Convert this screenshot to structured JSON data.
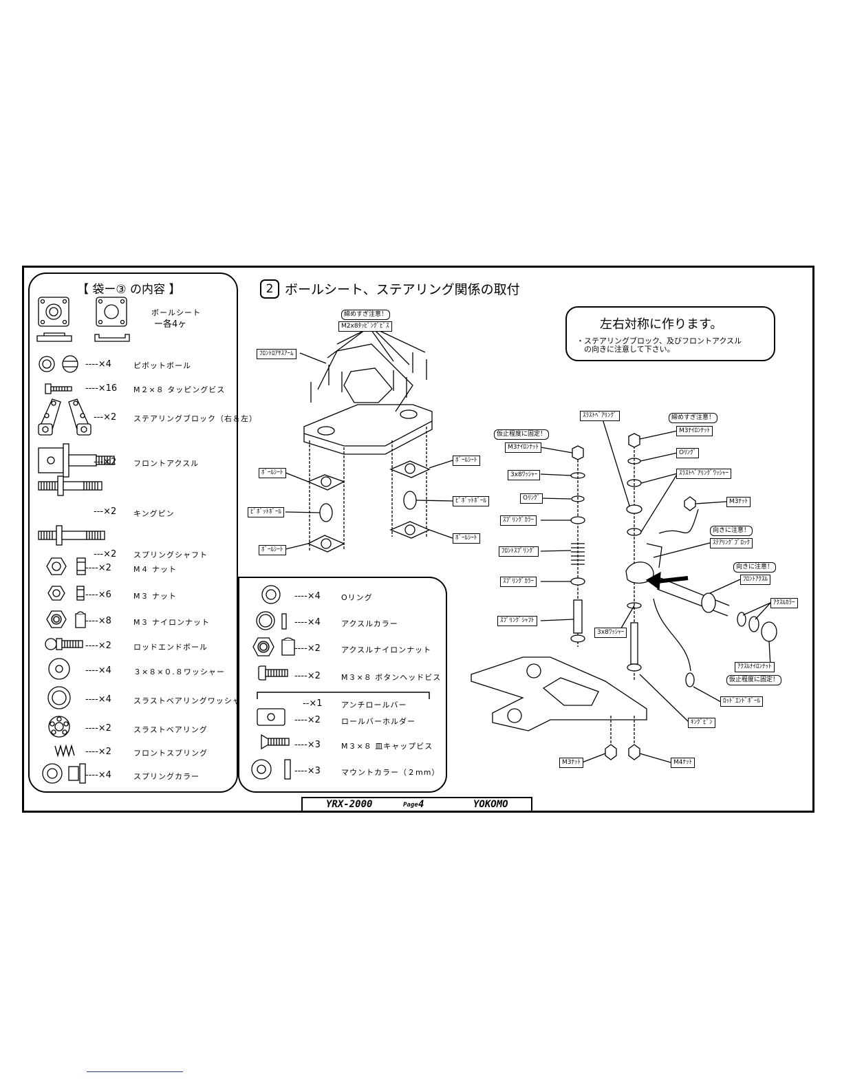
{
  "bag_panel": {
    "title": "【 袋ー③ の内容 】",
    "items": [
      {
        "name": "ボールシート",
        "qty": "ー各4ヶ",
        "icon": "ball-seat-icon"
      },
      {
        "name": "ピボットボール",
        "qty": "----×4",
        "icon": "pivot-ball-icon"
      },
      {
        "name": "M２×８ タッピングビス",
        "qty": "----×16",
        "icon": "tapping-screw-icon"
      },
      {
        "name": "ステアリングブロック（右＆左）",
        "qty": "---×2",
        "icon": "steering-block-icon"
      },
      {
        "name": "フロントアクスル",
        "qty": "---×2",
        "icon": "front-axle-icon"
      },
      {
        "name": "キングピン",
        "qty": "---×2",
        "icon": "king-pin-icon"
      },
      {
        "name": "スプリングシャフト",
        "qty": "---×2",
        "icon": "spring-shaft-icon"
      },
      {
        "name": "M４ ナット",
        "qty": "----×2",
        "icon": "m4-nut-icon"
      },
      {
        "name": "M３ ナット",
        "qty": "----×6",
        "icon": "m3-nut-icon"
      },
      {
        "name": "M３ ナイロンナット",
        "qty": "----×8",
        "icon": "nylon-nut-icon"
      },
      {
        "name": "ロッドエンドボール",
        "qty": "----×2",
        "icon": "rod-end-ball-icon"
      },
      {
        "name": "３×８×０.８ワッシャー",
        "qty": "----×4",
        "icon": "washer-icon"
      },
      {
        "name": "スラストベアリングワッシャー",
        "qty": "----×4",
        "icon": "thrust-washer-icon"
      },
      {
        "name": "スラストベアリング",
        "qty": "----×2",
        "icon": "thrust-bearing-icon"
      },
      {
        "name": "フロントスプリング",
        "qty": "----×2",
        "icon": "spring-icon"
      },
      {
        "name": "スプリングカラー",
        "qty": "----×4",
        "icon": "spring-collar-icon"
      }
    ],
    "bottom_items": [
      {
        "name": "Oリング",
        "qty": "----×4",
        "icon": "o-ring-icon"
      },
      {
        "name": "アクスルカラー",
        "qty": "----×4",
        "icon": "axle-collar-icon"
      },
      {
        "name": "アクスルナイロンナット",
        "qty": "----×2",
        "icon": "axle-nut-icon"
      },
      {
        "name": "M３×８ ボタンヘッドビス",
        "qty": "----×2",
        "icon": "button-head-screw-icon"
      },
      {
        "name": "アンチロールバー",
        "qty": "--×1",
        "icon": "anti-roll-bar-icon"
      },
      {
        "name": "ロールバーホルダー",
        "qty": "----×2",
        "icon": "roll-bar-holder-icon"
      },
      {
        "name": "M３×８ 皿キャップビス",
        "qty": "----×3",
        "icon": "flat-cap-screw-icon"
      },
      {
        "name": "マウントカラー（２mm）",
        "qty": "----×3",
        "icon": "mount-collar-icon"
      }
    ]
  },
  "step": {
    "number": "2",
    "title": "ボールシート、ステアリング関係の取付"
  },
  "note": {
    "heading": "左右対称に作ります。",
    "body_line1": "・ステアリングブロック、及びフロントアクスル",
    "body_line2": "　の向きに注意して下さい。"
  },
  "callouts": {
    "overtighten": "締めすぎ注意！",
    "m2_screw": "M2x8ﾀｯﾋﾟﾝｸﾞﾋﾞｽ",
    "front_arm": "ﾌﾛﾝﾄﾛｱｻｽｱｰﾑ",
    "ball_seat_l1": "ﾎﾞｰﾙｼｰﾄ",
    "pivot_ball_l": "ﾋﾟﾎﾞｯﾄﾎﾞｰﾙ",
    "ball_seat_l2": "ﾎﾞｰﾙｼｰﾄ",
    "ball_seat_r1": "ﾎﾞｰﾙｼｰﾄ",
    "pivot_ball_r": "ﾋﾟﾎﾞｯﾄﾎﾞｰﾙ",
    "ball_seat_r2": "ﾎﾞｰﾙｼｰﾄ",
    "temp_fix": "仮止程度に固定！",
    "m3_nylon": "M3ﾅｲﾛﾝﾅｯﾄ",
    "washer_3x8": "3x8ﾜｯｼｬｰ",
    "o_ring": "Oﾘﾝｸﾞ",
    "spring_collar": "ｽﾌﾟﾘﾝｸﾞｶﾗｰ",
    "front_spring": "ﾌﾛﾝﾄｽﾌﾟﾘﾝｸﾞ",
    "spring_collar2": "ｽﾌﾟﾘﾝｸﾞｶﾗｰ",
    "spring_shaft": "ｽﾌﾟﾘﾝｸﾞｼｬﾌﾄ",
    "thrust_bearing": "ｽﾗｽﾄﾍﾞｱﾘﾝｸﾞ",
    "overtighten2": "締めすぎ注意！",
    "m3_nylon2": "M3ﾅｲﾛﾝﾅｯﾄ",
    "o_ring2": "Oﾘﾝｸﾞ",
    "thrust_washer": "ｽﾗｽﾄﾍﾞｱﾘﾝｸﾞﾜｯｼｬｰ",
    "m3_nut": "M3ﾅｯﾄ",
    "direction1": "向きに注意！",
    "steering_block": "ｽﾃｱﾘﾝｸﾞﾌﾞﾛｯｸ",
    "direction2": "向きに注意！",
    "front_axle": "ﾌﾛﾝﾄｱｸｽﾙ",
    "axle_collar": "ｱｸｽﾙｶﾗｰ",
    "washer_3x8_2": "3x8ﾜｯｼｬｰ",
    "axle_nut": "ｱｸｽﾙﾅｲﾛﾝﾅｯﾄ",
    "temp_fix2": "仮止程度に固定！",
    "rod_end_ball": "ﾛｯﾄﾞｴﾝﾄﾞﾎﾞｰﾙ",
    "king_pin": "ｷﾝｸﾞﾋﾟﾝ",
    "m3_nut2": "M3ﾅｯﾄ",
    "m4_nut": "M4ﾅｯﾄ"
  },
  "footer": {
    "model": "YRX-2000",
    "page_label": "Page",
    "page_number": "4",
    "brand": "YOKOMO"
  }
}
